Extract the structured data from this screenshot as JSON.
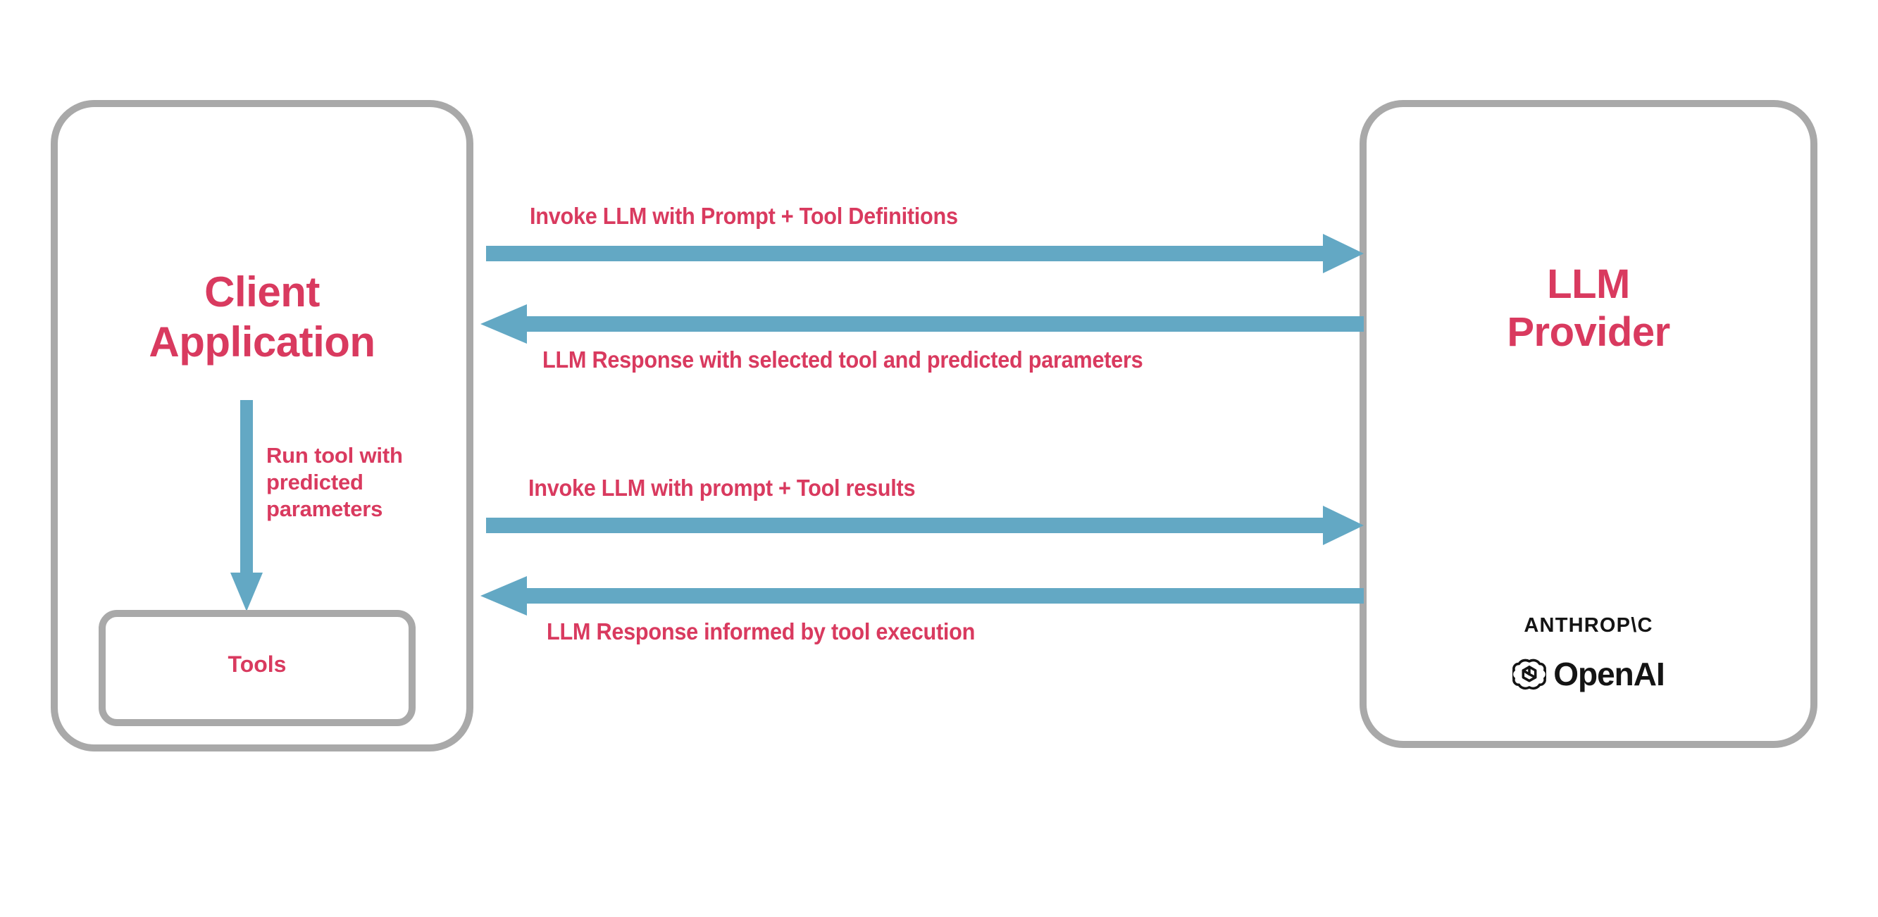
{
  "diagram": {
    "title": "LLM tool-calling flow between client application and LLM provider",
    "colors": {
      "accent_pink": "#d93a5f",
      "arrow_blue": "#63a8c4",
      "border_gray": "#a9a9a9",
      "logo_black": "#141414",
      "background": "#ffffff"
    }
  },
  "client": {
    "title": "Client\nApplication",
    "tools_label": "Tools",
    "internal_arrow_label": "Run tool with\npredicted\nparameters"
  },
  "provider": {
    "title": "LLM\nProvider",
    "logos": [
      {
        "name": "anthropic-logo",
        "text": "ANTHROP\\C"
      },
      {
        "name": "openai-logo",
        "text": "OpenAI"
      }
    ]
  },
  "flows": [
    {
      "id": "invoke-llm-with-prompt-and-tool-definitions",
      "label": "Invoke LLM with Prompt + Tool Definitions",
      "direction": "right"
    },
    {
      "id": "llm-response-with-selected-tool-and-predicted-parameters",
      "label": "LLM Response with selected tool and predicted parameters",
      "direction": "left"
    },
    {
      "id": "invoke-llm-with-prompt-and-tool-results",
      "label": "Invoke LLM with prompt + Tool results",
      "direction": "right"
    },
    {
      "id": "llm-response-informed-by-tool-execution",
      "label": "LLM Response informed by tool execution",
      "direction": "left"
    }
  ]
}
